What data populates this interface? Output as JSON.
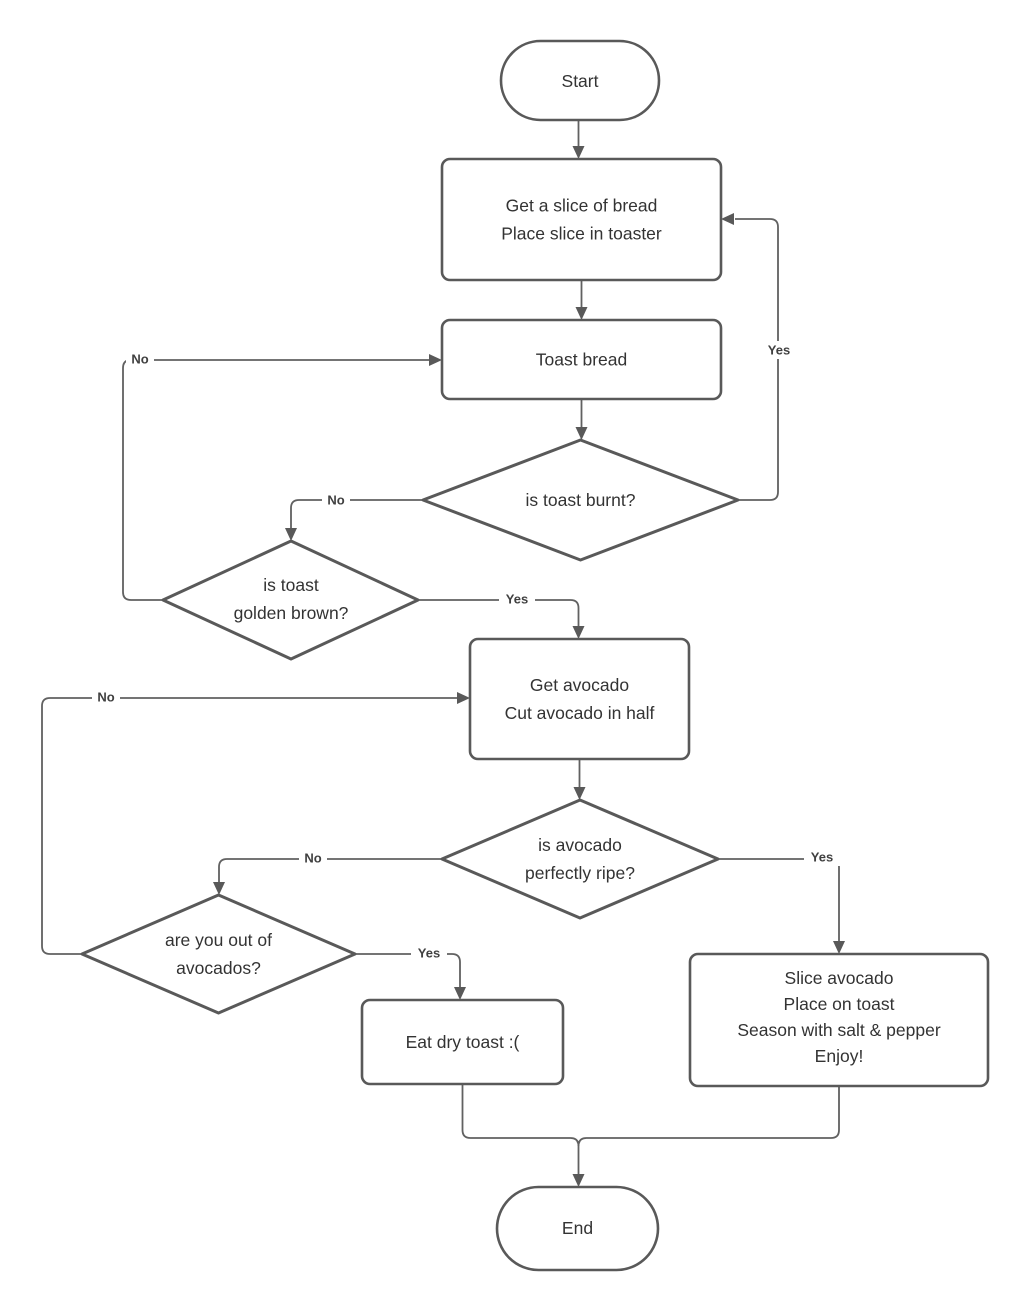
{
  "diagram": {
    "colors": {
      "background": "#ffffff",
      "shape_stroke": "#595959",
      "connector": "#616161",
      "node_text": "#333333",
      "edge_label_text": "#404040"
    },
    "nodes": {
      "start": {
        "type": "terminator",
        "label": "Start"
      },
      "get_bread": {
        "type": "process",
        "line1": "Get a slice of bread",
        "line2": "Place slice in toaster"
      },
      "toast_bread": {
        "type": "process",
        "label": "Toast bread"
      },
      "is_toast_burnt": {
        "type": "decision",
        "label": "is toast burnt?"
      },
      "is_toast_golden": {
        "type": "decision",
        "line1": "is toast",
        "line2": "golden brown?"
      },
      "get_avocado": {
        "type": "process",
        "line1": "Get avocado",
        "line2": "Cut avocado in half"
      },
      "is_avocado_ripe": {
        "type": "decision",
        "line1": "is avocado",
        "line2": "perfectly ripe?"
      },
      "out_of_avocados": {
        "type": "decision",
        "line1": "are you out of",
        "line2": "avocados?"
      },
      "eat_dry_toast": {
        "type": "process",
        "label": "Eat dry toast :("
      },
      "slice_avocado": {
        "type": "process",
        "line1": "Slice avocado",
        "line2": "Place on toast",
        "line3": "Season with salt & pepper",
        "line4": "Enjoy!"
      },
      "end": {
        "type": "terminator",
        "label": "End"
      }
    },
    "edge_labels": {
      "burnt_yes": "Yes",
      "burnt_no": "No",
      "golden_yes": "Yes",
      "golden_no": "No",
      "ripe_yes": "Yes",
      "ripe_no": "No",
      "out_yes": "Yes",
      "out_no": "No"
    }
  }
}
